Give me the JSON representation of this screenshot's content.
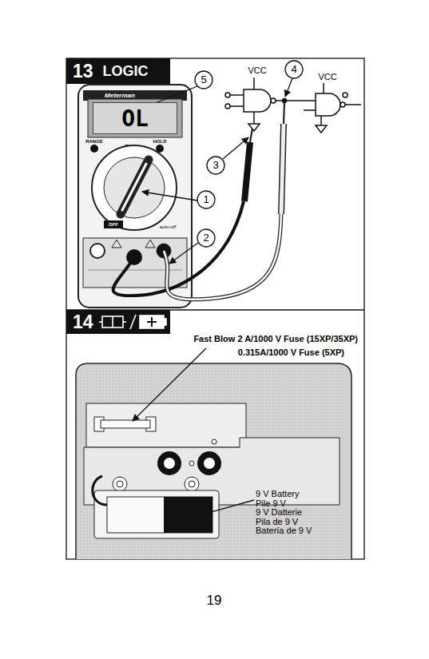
{
  "diagram": {
    "nodes": [
      {
        "text": [
          "13",
          "LOGIC"
        ]
      },
      {
        "text": [
          "14"
        ]
      },
      {
        "text": [
          "OL"
        ]
      }
    ],
    "labels": [
      "Meterman",
      "RANGE",
      "HOLD",
      "OFF",
      "auto-off",
      "5",
      "4",
      "VCC",
      "VCC",
      "3",
      "1",
      "2",
      "Fast Blow 2 A/1000 V Fuse (15XP/35XP)",
      "0.315A/1000 V Fuse (5XP)",
      "9 V Battery",
      "Pile 9 V",
      "9 V Datterie",
      "Pila de 9 V",
      "Batería de 9 V",
      "19"
    ]
  }
}
